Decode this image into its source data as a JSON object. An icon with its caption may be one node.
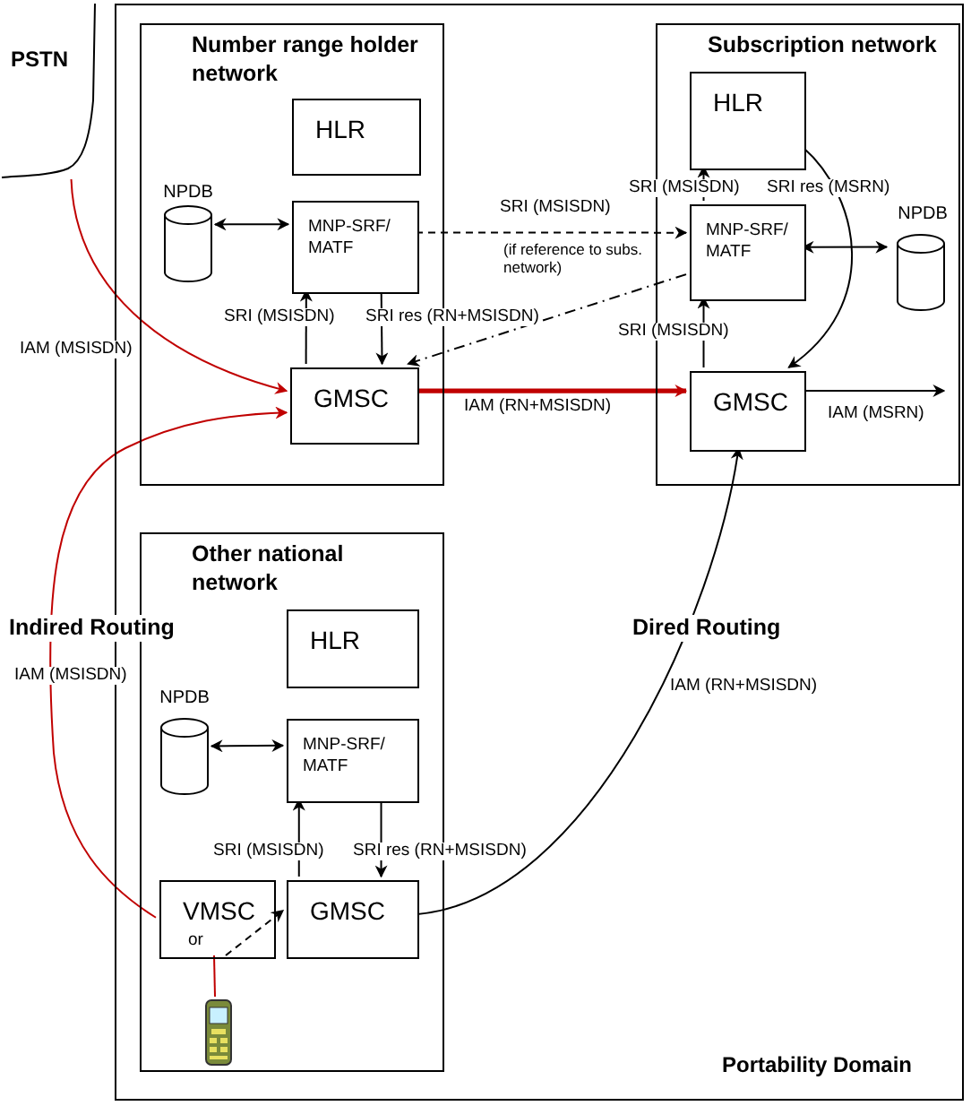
{
  "diagram": {
    "nodes": [
      {
        "text": [
          "Portability Domain"
        ]
      },
      {
        "text": [
          "Number range holder network"
        ],
        "in": 0
      },
      {
        "text": [
          "HLR"
        ],
        "in": 1
      },
      {
        "text": [
          "NPDB"
        ],
        "in": 1
      },
      {
        "text": [
          "MNP-SRF/ MATF"
        ],
        "in": 1
      },
      {
        "text": [
          "GMSC"
        ],
        "in": 1
      },
      {
        "text": [
          "Subscription network"
        ],
        "in": 0
      },
      {
        "text": [
          "HLR"
        ],
        "in": 6
      },
      {
        "text": [
          "MNP-SRF/ MATF"
        ],
        "in": 6
      },
      {
        "text": [
          "NPDB"
        ],
        "in": 6
      },
      {
        "text": [
          "GMSC"
        ],
        "in": 6
      },
      {
        "text": [
          "Other national network"
        ],
        "in": 0
      },
      {
        "text": [
          "HLR"
        ],
        "in": 11
      },
      {
        "text": [
          "NPDB"
        ],
        "in": 11
      },
      {
        "text": [
          "MNP-SRF/ MATF"
        ],
        "in": 11
      },
      {
        "text": [
          "VMSC"
        ],
        "in": 11
      },
      {
        "text": [
          "GMSC"
        ],
        "in": 11
      },
      {
        "text": [
          "PSTN"
        ]
      },
      {
        "text": [],
        "shape": "phone",
        "in": 11
      }
    ],
    "edges": [
      {
        "from": 3,
        "to": 4,
        "arrow": "both"
      },
      {
        "from": 5,
        "to": 4,
        "arrow": "to",
        "label": "SRI (MSISDN)"
      },
      {
        "from": 4,
        "to": 5,
        "arrow": "to",
        "label": "SRI res (RN+MSISDN)"
      },
      {
        "from": 4,
        "to": 8,
        "arrow": "to",
        "label": "SRI (MSISDN)",
        "style": "dashed"
      },
      {
        "from": 8,
        "to": 5,
        "arrow": "to",
        "style": "dashed"
      },
      {
        "from": 17,
        "to": 5,
        "arrow": "to",
        "label": "IAM (MSISDN)",
        "color": "#c00000"
      },
      {
        "from": 5,
        "to": 10,
        "arrow": "to",
        "label": "IAM (RN+MSISDN)",
        "color": "#c00000",
        "style": "thick"
      },
      {
        "from": 8,
        "to": 7,
        "arrow": "to",
        "label": "SRI (MSISDN)"
      },
      {
        "from": 9,
        "to": 8,
        "arrow": "both"
      },
      {
        "from": 10,
        "to": 8,
        "arrow": "to",
        "label": "SRI (MSISDN)"
      },
      {
        "from": 7,
        "to": 10,
        "arrow": "to",
        "label": "SRI res (MSRN)"
      },
      {
        "from": 10,
        "to": null,
        "arrow": "to",
        "label": "IAM (MSRN)"
      },
      {
        "from": 13,
        "to": 14,
        "arrow": "both"
      },
      {
        "from": 16,
        "to": 14,
        "arrow": "to",
        "label": "SRI (MSISDN)"
      },
      {
        "from": 14,
        "to": 16,
        "arrow": "to",
        "label": "SRI res (RN+MSISDN)"
      },
      {
        "from": 15,
        "to": 16,
        "arrow": "to",
        "style": "dashed"
      },
      {
        "from": 16,
        "to": 10,
        "arrow": "to",
        "label": "IAM (RN+MSISDN)"
      },
      {
        "from": 15,
        "to": 5,
        "arrow": "to",
        "label": "IAM (MSISDN)",
        "color": "#c00000"
      },
      {
        "from": 18,
        "to": 15,
        "arrow": "none",
        "color": "#c00000"
      }
    ],
    "labels": [
      "(if reference to subs. network)",
      "Indired Routing",
      "Dired Routing",
      "or"
    ]
  }
}
